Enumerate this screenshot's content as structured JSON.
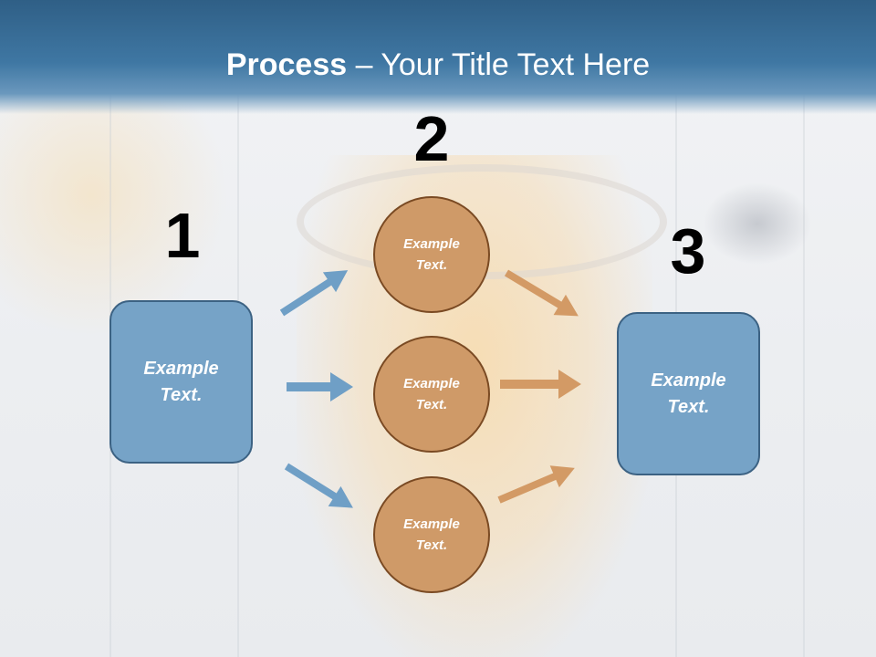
{
  "title": {
    "bold": "Process",
    "rest": " – Your Title Text Here"
  },
  "steps": {
    "n1": "1",
    "n2": "2",
    "n3": "3"
  },
  "left_box": {
    "text": "Example\nText."
  },
  "right_box": {
    "text": "Example\nText."
  },
  "circles": [
    {
      "text": "Example\nText."
    },
    {
      "text": "Example\nText."
    },
    {
      "text": "Example\nText."
    }
  ],
  "colors": {
    "header": "#3f77a3",
    "box": "#76a3c7",
    "circle": "#cf9a68",
    "arrow_blue": "#6f9fc6",
    "arrow_orange": "#d39a65"
  }
}
